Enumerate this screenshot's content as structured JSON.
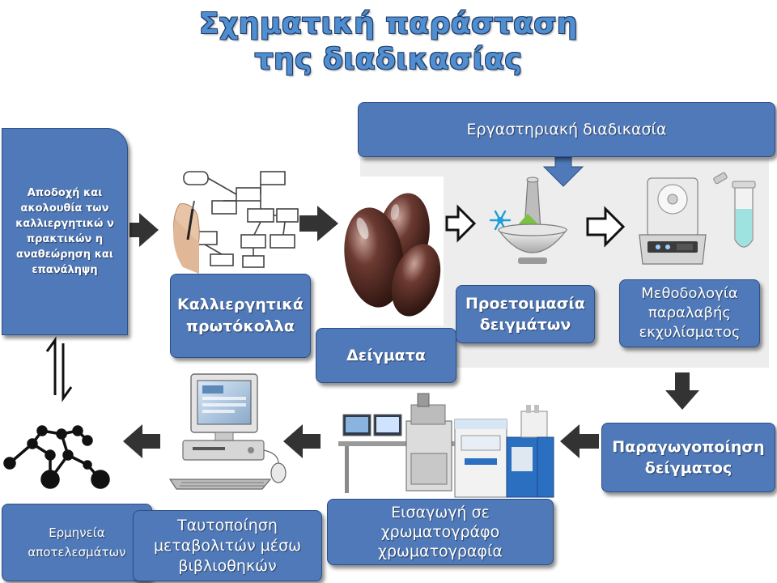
{
  "title": {
    "line1": "Σχηματική παράσταση",
    "line2": "της διαδικασίας"
  },
  "boxes": {
    "acceptance": "Αποδοχή και ακολουθία των καλλιεργητικώ ν πρακτικών η αναθεώρηση και επανάληψη",
    "protocols": "Καλλιεργητικά πρωτόκολλα",
    "samples": "Δείγματα",
    "lab_procedure": "Εργαστηριακή διαδικασία",
    "preparation": "Προετοιμασία δειγμάτων",
    "extraction": "Μεθοδολογία παραλαβής εκχυλίσματος",
    "derivatization": "Παραγωγοποίηση δείγματος",
    "chromatography": "Εισαγωγή σε χρωματογράφο χρωματογραφία",
    "identification": "Ταυτοποίηση μεταβολιτών μέσω βιβλιοθηκών",
    "interpretation": "Ερμηνεία αποτελεσμάτων"
  },
  "colors": {
    "box_fill": "#4f79b9",
    "box_border": "#2c4f85",
    "title": "#4f8ed0",
    "arrow": "#333333",
    "lab_bg": "#ededed"
  },
  "icons": [
    "flowchart-hand-icon",
    "olives-photo-icon",
    "mortar-pestle-icon",
    "snowflake-icon",
    "centrifuge-icon",
    "test-tube-icon",
    "gc-ms-instrument-icon",
    "computer-workstation-icon",
    "network-graph-icon"
  ]
}
